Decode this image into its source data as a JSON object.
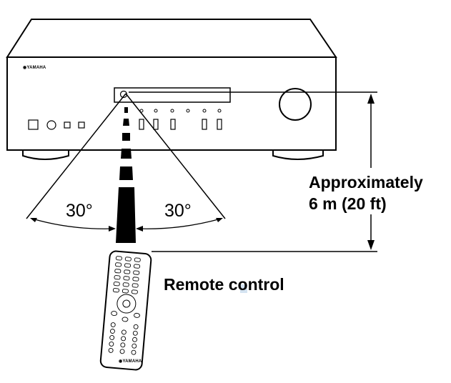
{
  "labels": {
    "distance_line1": "Approximately",
    "distance_line2": "6 m (20 ft)",
    "remote_control": "Remote control",
    "angle_left": "30°",
    "angle_right": "30°",
    "brand_main_unit": "YAMAHA",
    "brand_remote": "YAMAHA"
  },
  "colors": {
    "line": "#000000",
    "background": "#ffffff",
    "highlight": "#cfe0f0"
  }
}
